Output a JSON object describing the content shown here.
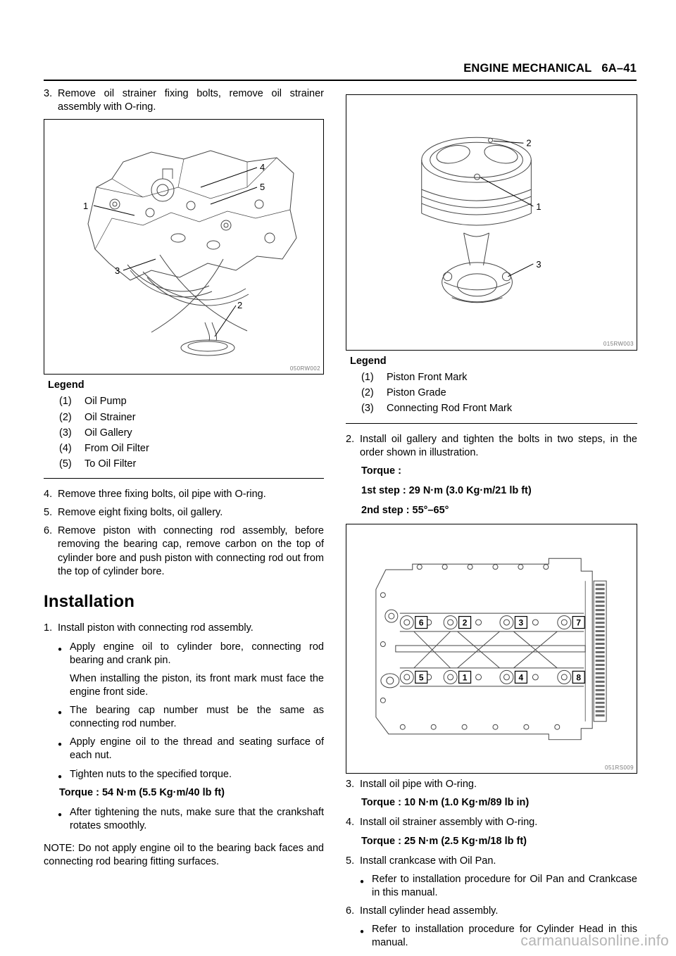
{
  "header": {
    "section_title": "ENGINE MECHANICAL",
    "page_number": "6A–41"
  },
  "watermark": "carmanualsonline.info",
  "left_column": {
    "step_3": {
      "num": "3.",
      "text": "Remove oil strainer fixing bolts, remove oil strainer assembly with O-ring."
    },
    "figure_oil_strainer": {
      "code": "050RW002",
      "callouts": {
        "c1": "1",
        "c2": "2",
        "c3": "3",
        "c4": "4",
        "c5": "5"
      }
    },
    "legend": {
      "title": "Legend",
      "items": [
        {
          "num": "(1)",
          "label": "Oil Pump"
        },
        {
          "num": "(2)",
          "label": "Oil Strainer"
        },
        {
          "num": "(3)",
          "label": "Oil Gallery"
        },
        {
          "num": "(4)",
          "label": "From Oil Filter"
        },
        {
          "num": "(5)",
          "label": "To Oil Filter"
        }
      ]
    },
    "step_4": {
      "num": "4.",
      "text": "Remove three fixing bolts, oil pipe with O-ring."
    },
    "step_5": {
      "num": "5.",
      "text": "Remove eight fixing bolts, oil gallery."
    },
    "step_6": {
      "num": "6.",
      "text": "Remove piston with connecting rod assembly, before removing the bearing cap, remove carbon on the top of cylinder bore and push piston with connecting rod out from the top of cylinder bore."
    },
    "installation_heading": "Installation",
    "install_step_1": {
      "num": "1.",
      "text": "Install piston with connecting rod assembly."
    },
    "bullet_1": "Apply engine oil to cylinder bore, connecting rod bearing and crank pin.",
    "bullet_1_note": "When installing the piston, its front mark must face the engine front side.",
    "bullet_2": "The bearing cap number must be the same as connecting rod number.",
    "bullet_3": "Apply engine oil to the thread and seating surface of each nut.",
    "bullet_4": "Tighten nuts to the specified torque.",
    "torque_1": "Torque : 54 N·m (5.5 Kg·m/40 lb ft)",
    "bullet_5": "After tightening the nuts, make sure that the crankshaft rotates smoothly.",
    "note": "NOTE: Do not apply engine oil to the bearing back faces and connecting rod bearing fitting surfaces."
  },
  "right_column": {
    "figure_piston": {
      "code": "015RW003",
      "callouts": {
        "c1": "1",
        "c2": "2",
        "c3": "3"
      }
    },
    "legend": {
      "title": "Legend",
      "items": [
        {
          "num": "(1)",
          "label": "Piston Front Mark"
        },
        {
          "num": "(2)",
          "label": "Piston Grade"
        },
        {
          "num": "(3)",
          "label": "Connecting Rod Front Mark"
        }
      ]
    },
    "step_2": {
      "num": "2.",
      "text": "Install oil gallery and tighten the bolts in two steps, in the order shown in illustration."
    },
    "torque_label": "Torque :",
    "torque_step_1": "1st step : 29 N·m (3.0 Kg·m/21 lb ft)",
    "torque_step_2": "2nd step : 55°–65°",
    "figure_oil_gallery": {
      "code": "051RS009",
      "bolt_order_top": [
        "6",
        "2",
        "3",
        "7"
      ],
      "bolt_order_bottom": [
        "5",
        "1",
        "4",
        "8"
      ]
    },
    "step_3": {
      "num": "3.",
      "text": "Install oil pipe with O-ring."
    },
    "torque_3": "Torque : 10 N·m (1.0 Kg·m/89 lb in)",
    "step_4": {
      "num": "4.",
      "text": "Install oil strainer assembly with O-ring."
    },
    "torque_4": "Torque : 25 N·m (2.5 Kg·m/18 lb ft)",
    "step_5": {
      "num": "5.",
      "text": "Install crankcase with Oil Pan."
    },
    "bullet_5": "Refer to installation procedure for Oil Pan and Crankcase in this manual.",
    "step_6": {
      "num": "6.",
      "text": "Install cylinder head assembly."
    },
    "bullet_6": "Refer to installation procedure for Cylinder Head in this manual."
  }
}
